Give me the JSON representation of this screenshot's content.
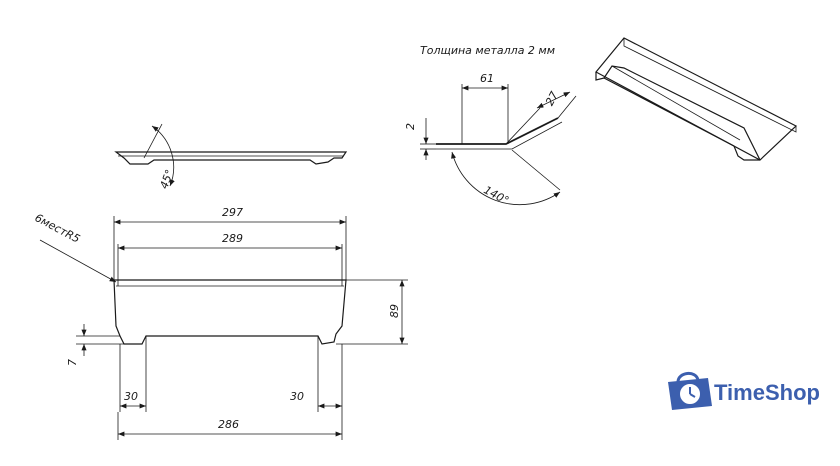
{
  "note": {
    "metal_thickness": "Толщина металла 2 мм"
  },
  "section": {
    "width": "61",
    "flange": "27",
    "thickness": "2",
    "angle": "140°"
  },
  "side_view": {
    "angle": "45°"
  },
  "front_view": {
    "overall_width": "297",
    "top_width": "289",
    "bottom_width": "286",
    "height": "89",
    "notch_height": "7",
    "notch_left": "30",
    "notch_right": "30",
    "radius_note": "6местR5"
  },
  "logo": {
    "text": "TimeShop",
    "color": "#3c5fae"
  }
}
